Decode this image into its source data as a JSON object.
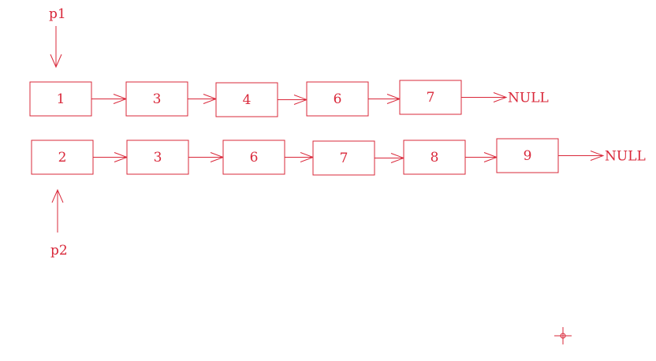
{
  "colors": {
    "stroke": "#d9283a",
    "text": "#d9283a",
    "background": "#ffffff"
  },
  "list1": {
    "pointer_label": "p1",
    "values": [
      "1",
      "3",
      "4",
      "6",
      "7"
    ],
    "terminator": "NULL"
  },
  "list2": {
    "pointer_label": "p2",
    "values": [
      "2",
      "3",
      "6",
      "7",
      "8",
      "9"
    ],
    "terminator": "NULL"
  },
  "cursor": {
    "icon": "crosshair-cursor-icon"
  }
}
